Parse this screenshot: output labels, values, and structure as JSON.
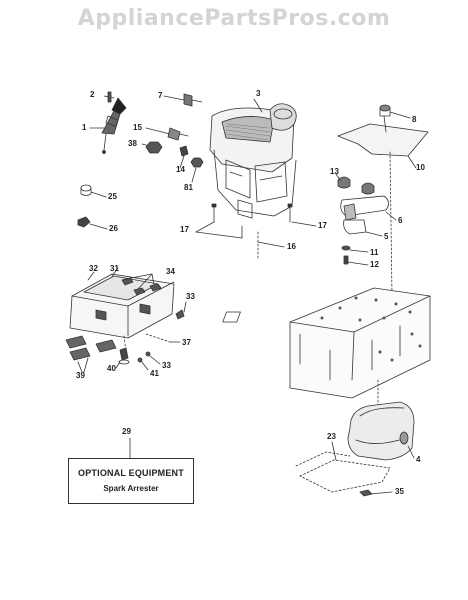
{
  "watermark": "AppliancePartsPros.com",
  "callouts": {
    "p1": "1",
    "p2": "2",
    "p3": "3",
    "p4": "4",
    "p5": "5",
    "p6": "6",
    "p7": "7",
    "p8": "8",
    "p10": "10",
    "p11": "11",
    "p12": "12",
    "p13": "13",
    "p14": "14",
    "p15": "15",
    "p16": "16",
    "p17a": "17",
    "p17b": "17",
    "p23": "23",
    "p25": "25",
    "p26": "26",
    "p29": "29",
    "p31": "31",
    "p32": "32",
    "p33a": "33",
    "p33b": "33",
    "p34": "34",
    "p35": "35",
    "p37": "37",
    "p38": "38",
    "p39": "39",
    "p40": "40",
    "p41": "41",
    "p81": "81"
  },
  "optional_equipment": {
    "title": "OPTIONAL EQUIPMENT",
    "item": "Spark Arrester"
  },
  "colors": {
    "line": "#333333",
    "watermark": "#d4d4d4"
  }
}
